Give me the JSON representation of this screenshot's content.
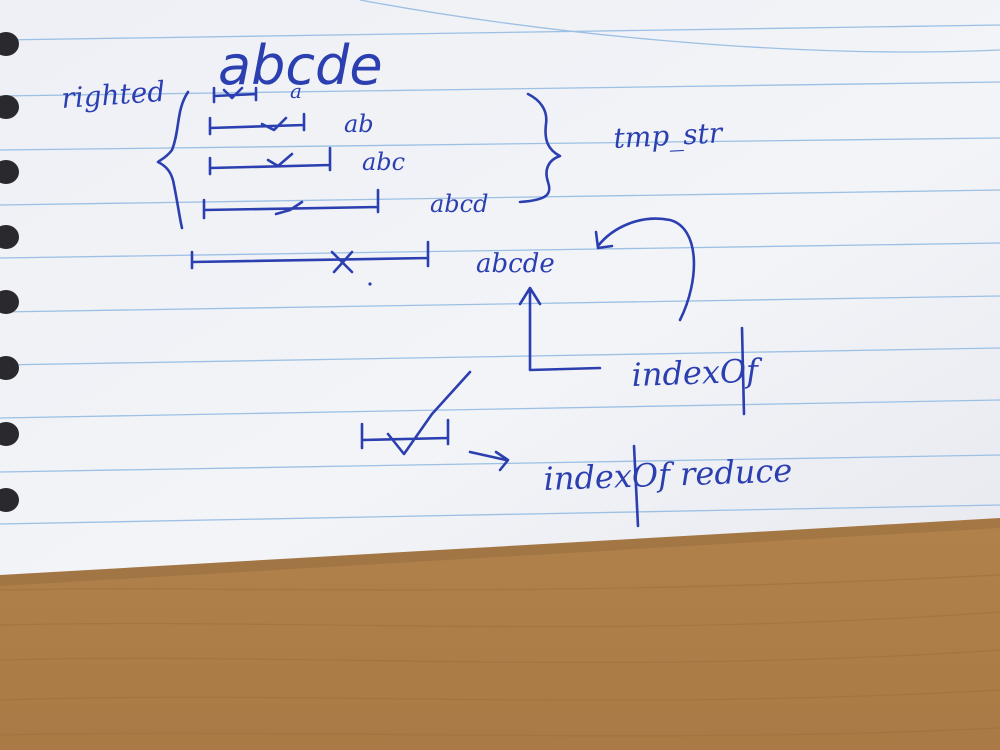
{
  "photo": {
    "subject": "handwritten-notes-on-lined-paper",
    "ink_color": "#2b3fb0",
    "paper_color": "#f1f2f6",
    "rule_color": "#9cc0e4",
    "table_color": "#b98c55"
  },
  "notes": {
    "heading": "abcde",
    "left_label": "righted",
    "rows": [
      "a",
      "ab",
      "abc",
      "abcd"
    ],
    "bottom_row": "abcde",
    "brace_label": "tmp_str",
    "index_label": "indexOf",
    "final_label": "indexOf reduce"
  }
}
